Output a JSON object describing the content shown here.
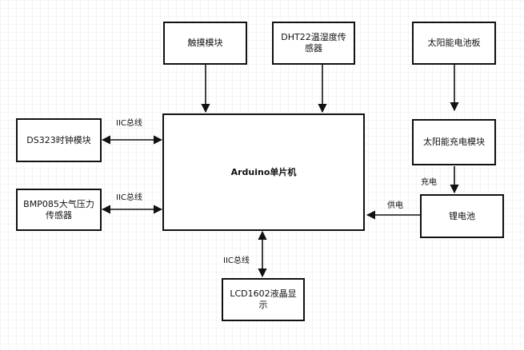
{
  "nodes": {
    "touch": "触摸模块",
    "dht22": "DHT22温湿度传感器",
    "solar_panel": "太阳能电池板",
    "ds323": "DS323时钟模块",
    "arduino": "Arduino单片机",
    "solar_charge": "太阳能充电模块",
    "bmp085": "BMP085大气压力传感器",
    "battery": "锂电池",
    "lcd": "LCD1602液晶显示"
  },
  "edge_labels": {
    "iic_ds323": "IIC总线",
    "iic_bmp085": "IIC总线",
    "iic_lcd": "IIC总线",
    "charge": "充电",
    "power": "供电"
  },
  "colors": {
    "line": "#111111",
    "background": "#ffffff",
    "grid": "#f2f2f2"
  }
}
